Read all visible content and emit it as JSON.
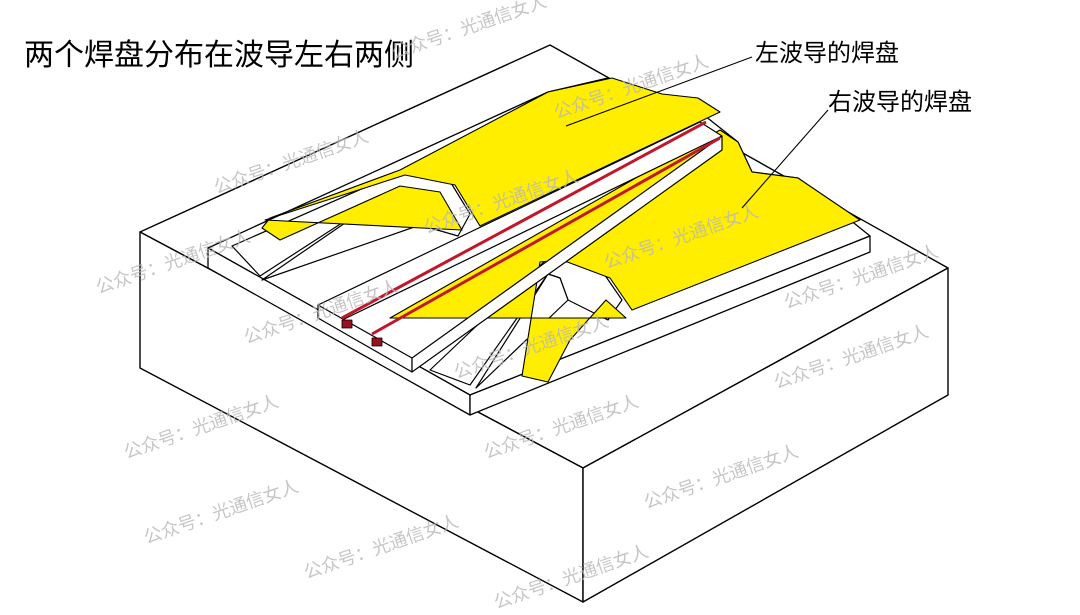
{
  "title": "两个焊盘分布在波导左右两侧",
  "labels": {
    "left_pad": "左波导的焊盘",
    "right_pad": "右波导的焊盘"
  },
  "watermark": "公众号：光通信女人",
  "colors": {
    "pad": "#ffee00",
    "waveguide": "#c0182a",
    "outline": "#000000",
    "watermark": "#b8b8b8"
  }
}
